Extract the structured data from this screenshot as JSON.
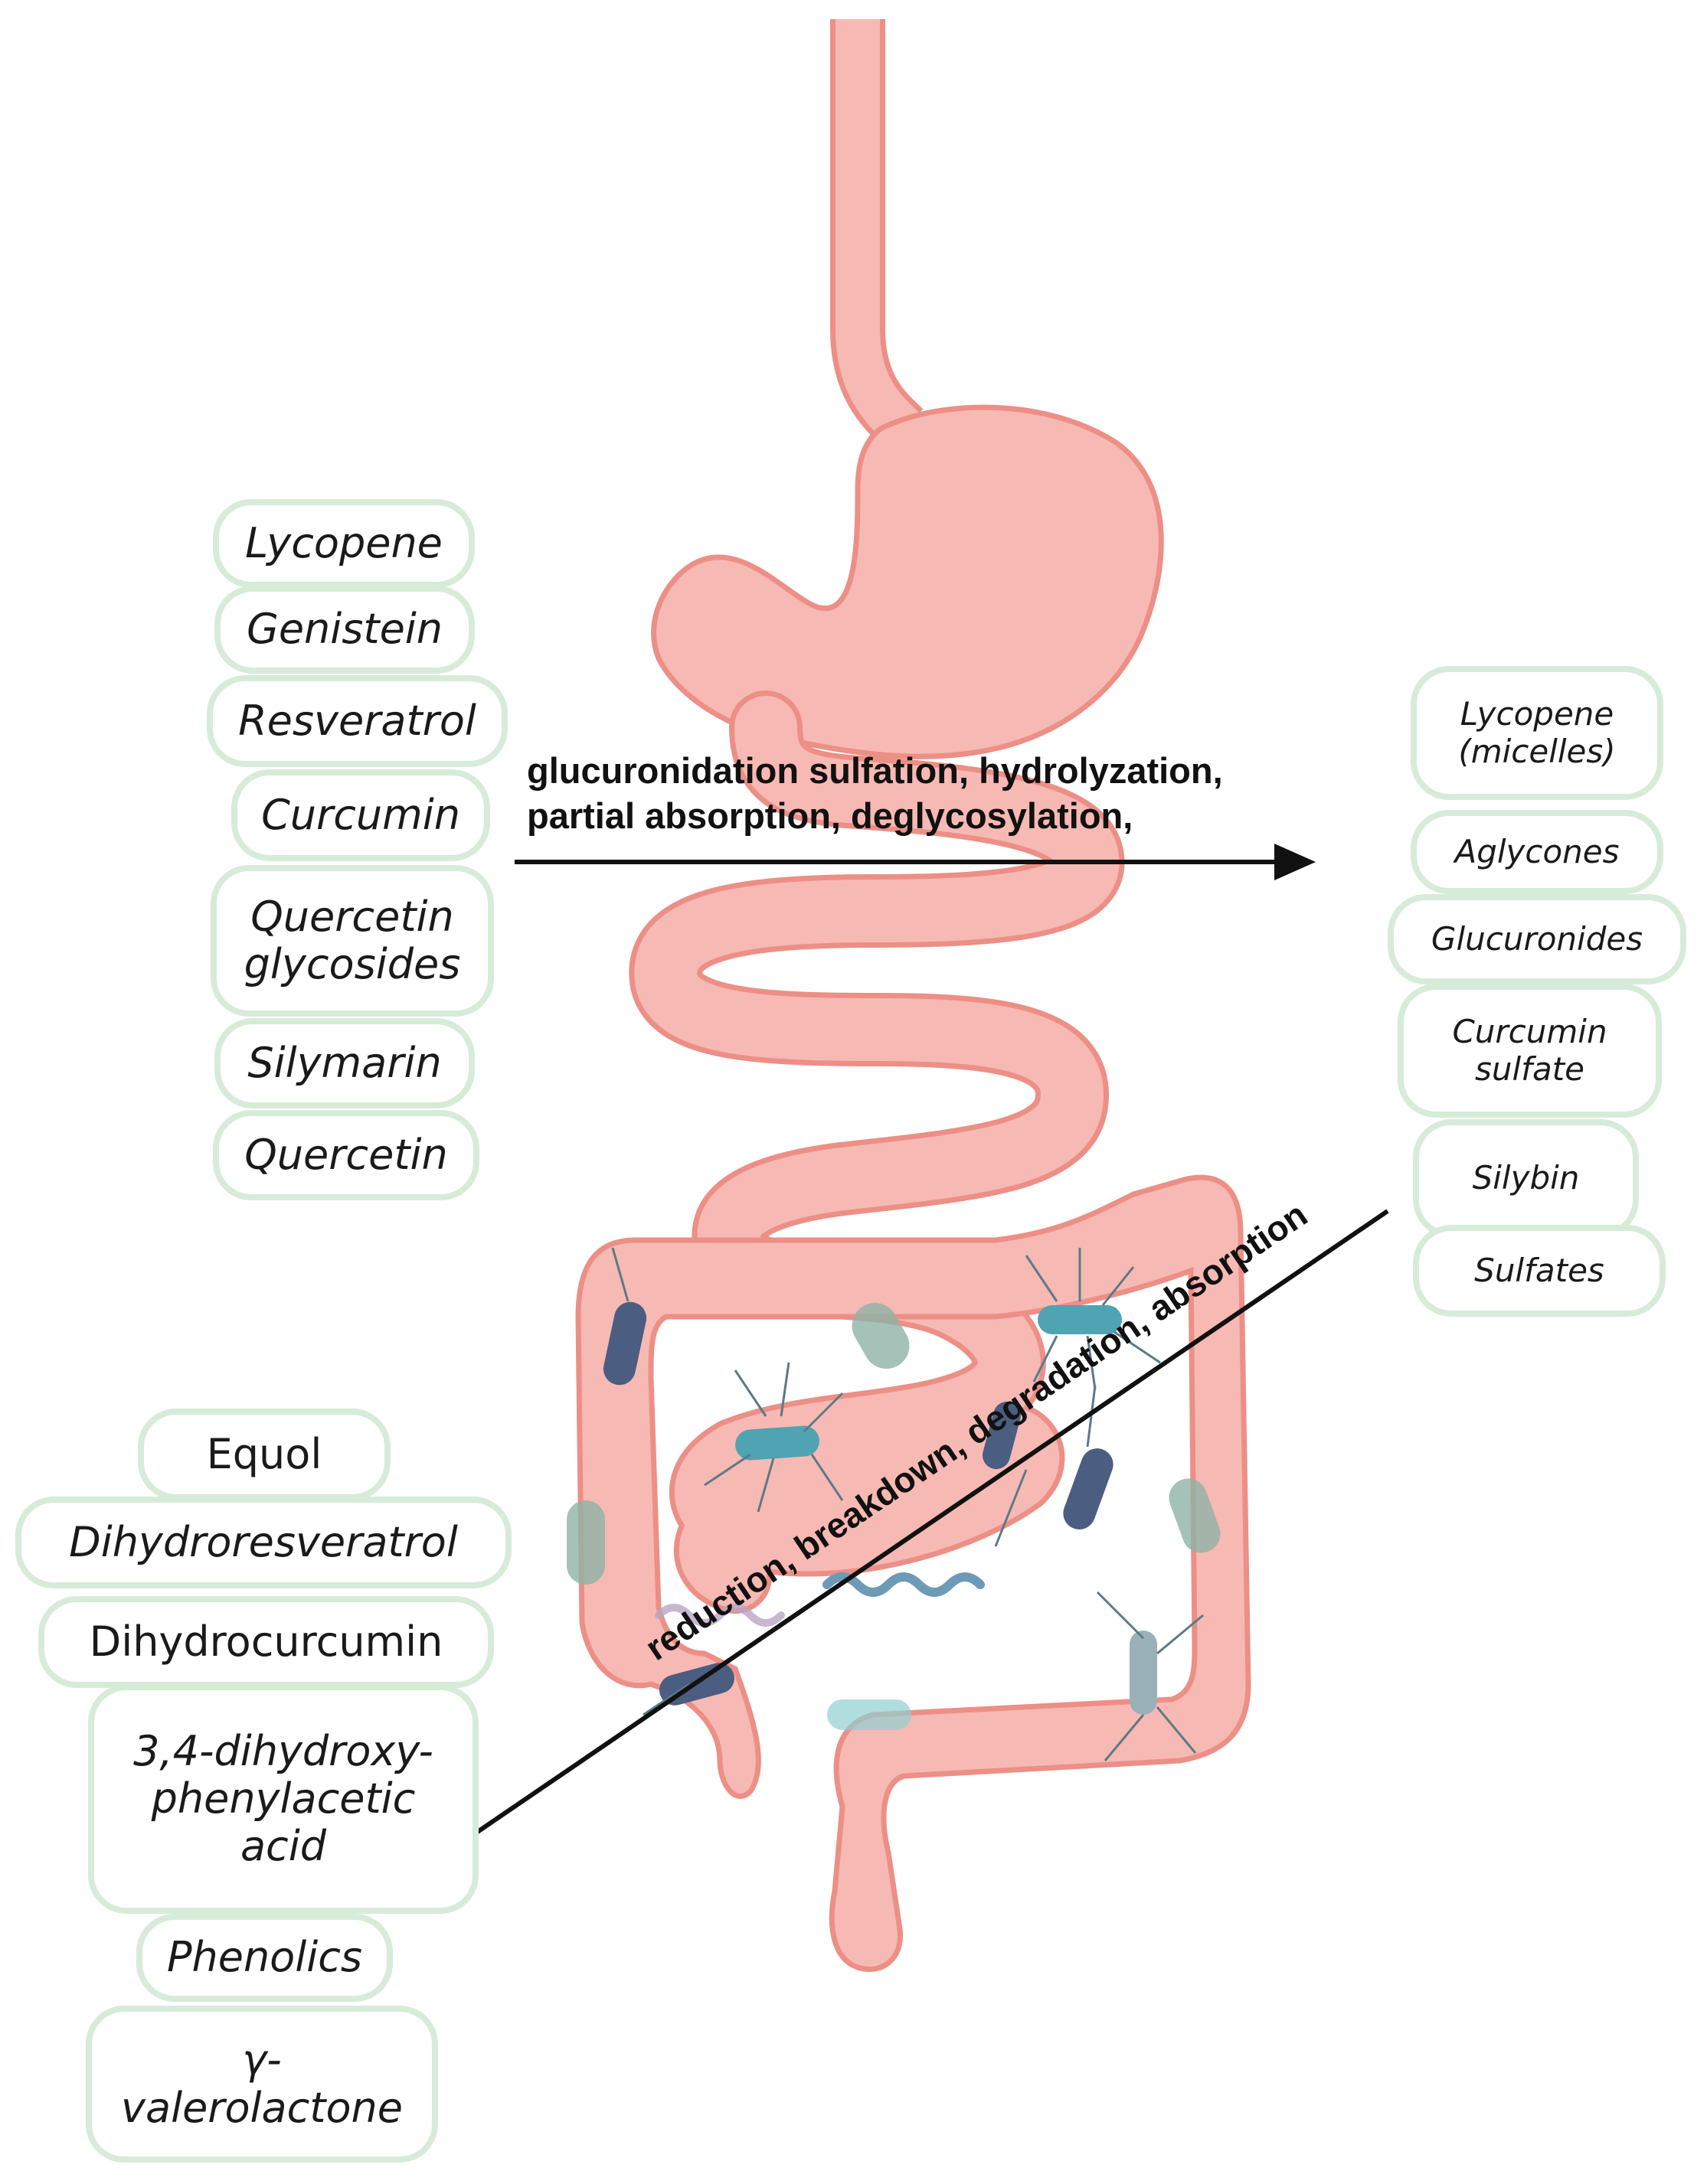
{
  "inputs": [
    "Lycopene",
    "Genistein",
    "Resveratrol",
    "Curcumin",
    "Quercetin\nglycosides",
    "Silymarin",
    "Quercetin"
  ],
  "small_intestine_products": [
    "Lycopene\n(micelles)",
    "Aglycones",
    "Glucuronides",
    "Curcumin\nsulfate",
    "Silybin",
    "Sulfates"
  ],
  "colon_products": [
    "Equol",
    "Dihydroresveratrol",
    "Dihydrocurcumin",
    "3,4-dihydroxy-\nphenylacetic\nacid",
    "Phenolics",
    "γ-\nvalerolactone"
  ],
  "arrow_upper": {
    "line1": "glucuronidation sulfation, hydrolyzation,",
    "line2": "partial absorption, deglycosylation,"
  },
  "arrow_lower": {
    "text": "reduction, breakdown, degradation, absorption"
  },
  "colors": {
    "tract_fill": "#f7b9b3",
    "tract_stroke": "#ec8f86",
    "box_border": "#d7ebd9",
    "bacteria_dark": "#4b5d80",
    "bacteria_teal": "#4fa3b2",
    "bacteria_sage": "#8fb3a6",
    "arrow": "#111111"
  }
}
